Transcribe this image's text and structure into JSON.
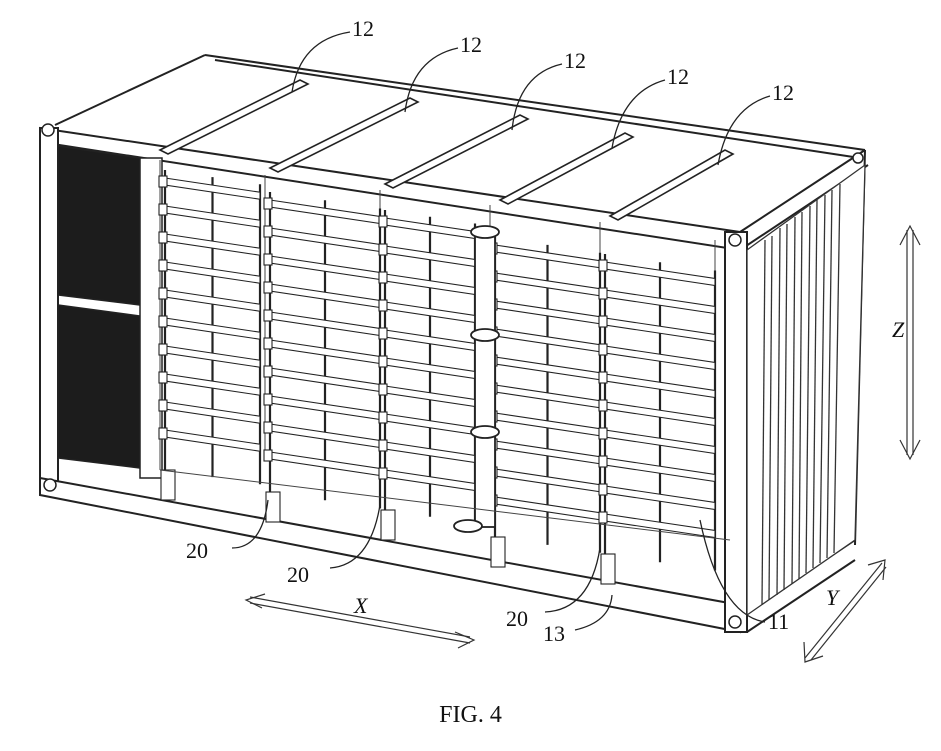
{
  "labels": {
    "beam_12": "12",
    "shelf_20": "20",
    "base_13": "13",
    "container_11": "11",
    "axis_x": "X",
    "axis_y": "Y",
    "axis_z": "Z"
  },
  "caption": "FIG. 4"
}
